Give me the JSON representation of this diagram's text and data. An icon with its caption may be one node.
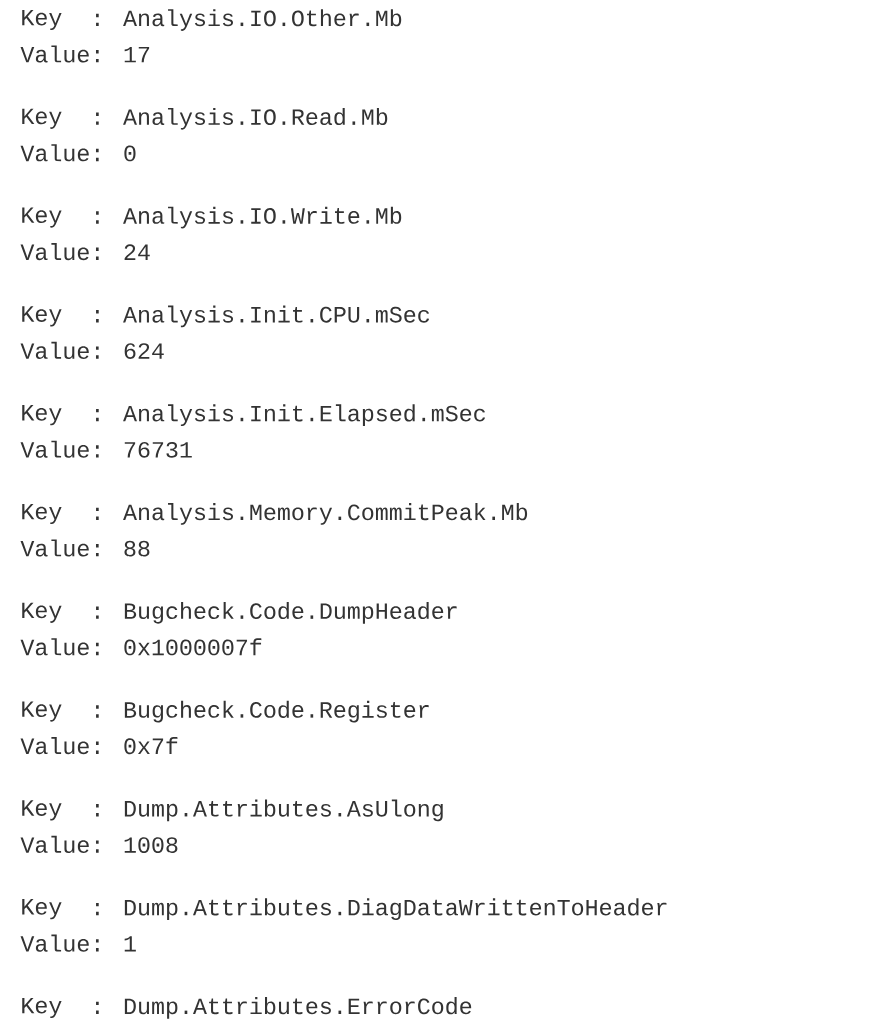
{
  "diagram": {
    "labels": [
      "Key",
      ": Analysis.IO.Other.Mb",
      "Value: 17",
      "Key",
      ": Analysis.IO.Read.Mb",
      "Value: 0",
      "Key",
      ": Analysis.IO.Write.Mb",
      "Value: 24",
      "Key",
      ": Analysis.Init.CPU.mSec",
      "Value: 624",
      "Key",
      ": Analysis.Init.Elapsed.mSec",
      "Value: 76731",
      "Key",
      ": Analysis.Memory.CommitPeak.Mb",
      "Value: 88",
      "Key",
      ": Bugcheck.Code.DumpHeader",
      "Value: 0x1000007f",
      "Key",
      ": Bugcheck.Code.Register",
      "Value: 0x7f",
      "Key",
      ": Dump.Attributes.AsUlong",
      "Value: 1008",
      "Key",
      ": Dump.Attributes.DiagDataWrittenToHeader",
      "Value: 1",
      "Key",
      ": Dump.Attributes.ErrorCode"
    ]
  }
}
